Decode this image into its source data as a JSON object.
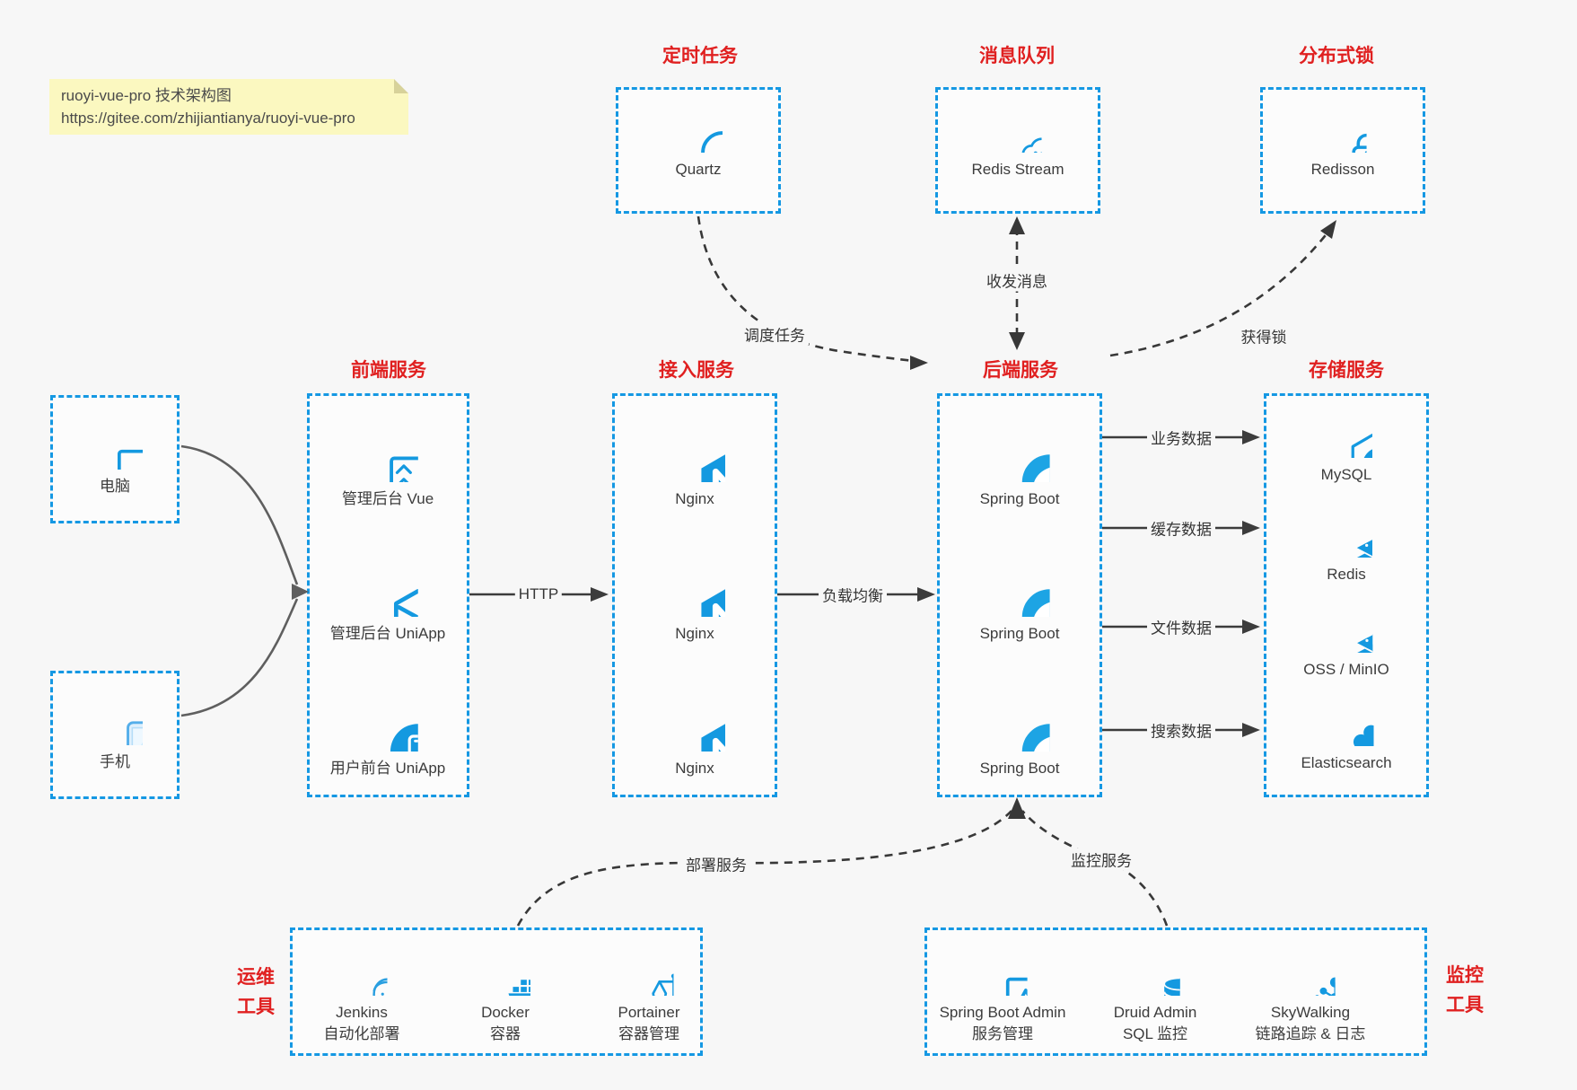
{
  "colors": {
    "background": "#f7f7f7",
    "accent_blue": "#1598e3",
    "icon_blue": "#1499e0",
    "title_red": "#e02020",
    "note_bg": "#fbf8c0"
  },
  "note": {
    "line1": "ruoyi-vue-pro 技术架构图",
    "line2": "https://gitee.com/zhijiantianya/ruoyi-vue-pro"
  },
  "top_groups": [
    {
      "title": "定时任务",
      "node": {
        "icon": "clock-icon",
        "label": "Quartz"
      }
    },
    {
      "title": "消息队列",
      "node": {
        "icon": "cloud-stream-icon",
        "label": "Redis Stream"
      }
    },
    {
      "title": "分布式锁",
      "node": {
        "icon": "lock-icon",
        "label": "Redisson"
      }
    }
  ],
  "clients": [
    {
      "icon": "desktop-icon",
      "label": "电脑"
    },
    {
      "icon": "smartphone-icon",
      "label": "手机"
    }
  ],
  "columns": [
    {
      "title": "前端服务",
      "items": [
        {
          "icon": "admin-dashboard-icon",
          "label": "管理后台 Vue"
        },
        {
          "icon": "uniapp-cube-icon",
          "label": "管理后台 UniApp"
        },
        {
          "icon": "mobile-app-icon",
          "label": "用户前台 UniApp"
        }
      ]
    },
    {
      "title": "接入服务",
      "items": [
        {
          "icon": "nginx-icon",
          "label": "Nginx"
        },
        {
          "icon": "nginx-icon",
          "label": "Nginx"
        },
        {
          "icon": "nginx-icon",
          "label": "Nginx"
        }
      ]
    },
    {
      "title": "后端服务",
      "items": [
        {
          "icon": "spring-leaf-icon",
          "label": "Spring Boot"
        },
        {
          "icon": "spring-leaf-icon",
          "label": "Spring Boot"
        },
        {
          "icon": "spring-leaf-icon",
          "label": "Spring Boot"
        }
      ]
    },
    {
      "title": "存储服务",
      "items": [
        {
          "icon": "mysql-dolphin-icon",
          "label": "MySQL"
        },
        {
          "icon": "redis-stack-icon",
          "label": "Redis"
        },
        {
          "icon": "storage-stack-icon",
          "label": "OSS / MinIO"
        },
        {
          "icon": "elasticsearch-icon",
          "label": "Elasticsearch"
        }
      ]
    }
  ],
  "bottom_groups": [
    {
      "side_title_line1": "运维",
      "side_title_line2": "工具",
      "items": [
        {
          "icon": "jenkins-icon",
          "label": "Jenkins",
          "sublabel": "自动化部署"
        },
        {
          "icon": "docker-whale-icon",
          "label": "Docker",
          "sublabel": "容器"
        },
        {
          "icon": "portainer-scale-icon",
          "label": "Portainer",
          "sublabel": "容器管理"
        }
      ]
    },
    {
      "side_title_line1": "监控",
      "side_title_line2": "工具",
      "items": [
        {
          "icon": "monitor-chart-icon",
          "label": "Spring Boot Admin",
          "sublabel": "服务管理"
        },
        {
          "icon": "database-cylinder-icon",
          "label": "Druid Admin",
          "sublabel": "SQL 监控"
        },
        {
          "icon": "skywalking-topology-icon",
          "label": "SkyWalking",
          "sublabel": "链路追踪 & 日志"
        }
      ]
    }
  ],
  "edges": {
    "http": "HTTP",
    "load_balance": "负载均衡",
    "dispatch_task": "调度任务",
    "send_receive_message": "收发消息",
    "acquire_lock": "获得锁",
    "business_data": "业务数据",
    "cache_data": "缓存数据",
    "file_data": "文件数据",
    "search_data": "搜索数据",
    "deploy_service": "部署服务",
    "monitor_service": "监控服务"
  }
}
